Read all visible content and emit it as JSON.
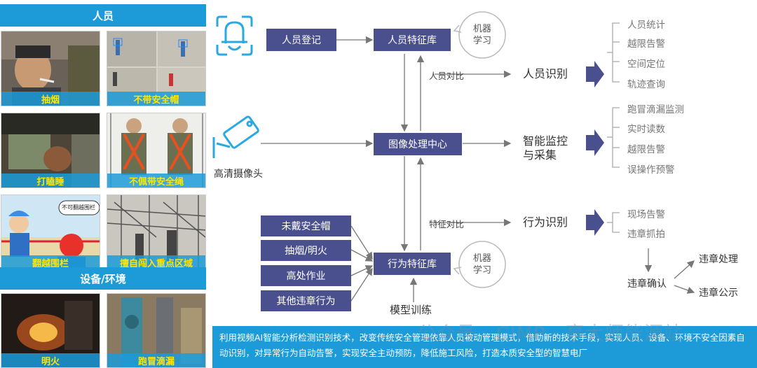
{
  "left_panel": {
    "personnel_header": "人员",
    "equipment_header": "设备/环境",
    "photos": {
      "smoking": "抽烟",
      "no_helmet": "不带安全帽",
      "dozing": "打瞌睡",
      "no_harness": "不佩带安全绳",
      "climb_fence": "翻越围栏",
      "intrusion": "擅自闯入重点区域",
      "fire": "明火",
      "leak": "跑冒滴漏"
    },
    "bubble_text": "不可翻越围栏"
  },
  "diagram": {
    "camera_label": "高清摄像头",
    "person_register": "人员登记",
    "person_db": "人员特征库",
    "image_center": "图像处理中心",
    "behavior_db": "行为特征库",
    "machine_learning_top": "机器\n学习",
    "machine_learning_bottom": "机器\n学习",
    "person_compare": "人员对比",
    "feature_compare": "特征对比",
    "person_recognition": "人员识别",
    "smart_monitor": "智能监控\n与采集",
    "behavior_recognition": "行为识别",
    "model_training": "模型训练",
    "behaviors": [
      "未戴安全帽",
      "抽烟/明火",
      "高处作业",
      "其他违章行为"
    ],
    "person_outputs": [
      "人员统计",
      "越限告警",
      "空间定位",
      "轨迹查询"
    ],
    "monitor_outputs": [
      "跑冒滴漏监测",
      "实时读数",
      "越限告警",
      "误操作预警"
    ],
    "behavior_outputs": [
      "现场告警",
      "违章抓拍"
    ],
    "violation_confirm": "违章确认",
    "violation_handle": "违章处理",
    "violation_publish": "违章公示"
  },
  "bottom_text": "利用视频AI智能分析检测识别技术，改变传统安全管理依靠人员被动管理模式，借助新的技术手段，实现人员、设备、环境不安全因素自动识别，对异常行为自动告警，实现安全主动预防，降低施工风险，打造本质安全型的智慧电厂",
  "watermark": "公众号 · CIMP · 亭大师能源站",
  "colors": {
    "header_blue": "#1c9bd8",
    "box_navy": "#4a4f8e",
    "caption_yellow": "#ffe600",
    "icon_cyan": "#29a9e0"
  }
}
